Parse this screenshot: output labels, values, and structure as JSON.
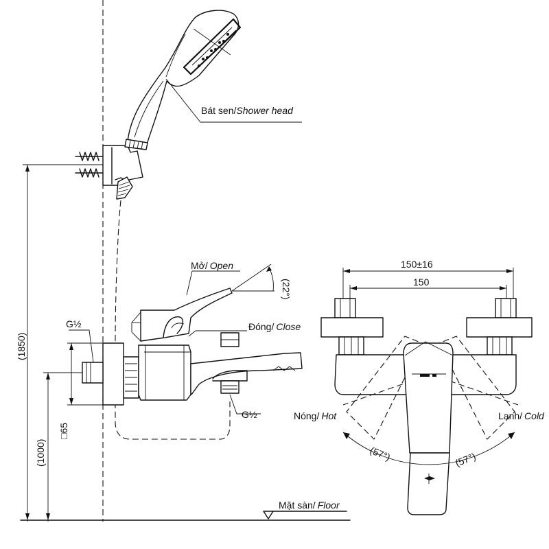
{
  "labels": {
    "shower_head_vi": "Bát sen/",
    "shower_head_en": "Shower head",
    "open_vi": "Mở/",
    "open_en": "Open",
    "close_vi": "Đóng/",
    "close_en": "Close",
    "angle_lever": "(22°)",
    "thread_left": "G½",
    "thread_right": "G½",
    "square_65": "□65",
    "height_1850": "(1850)",
    "height_1000": "(1000)",
    "floor_vi": "Mặt sàn/",
    "floor_en": "Floor",
    "dim_outer": "150±16",
    "dim_inner": "150",
    "hot_vi": "Nóng/",
    "hot_en": "Hot",
    "cold_vi": "Lạnh/",
    "cold_en": "Cold",
    "angle_hot": "(57°)",
    "angle_cold": "(57°)"
  }
}
